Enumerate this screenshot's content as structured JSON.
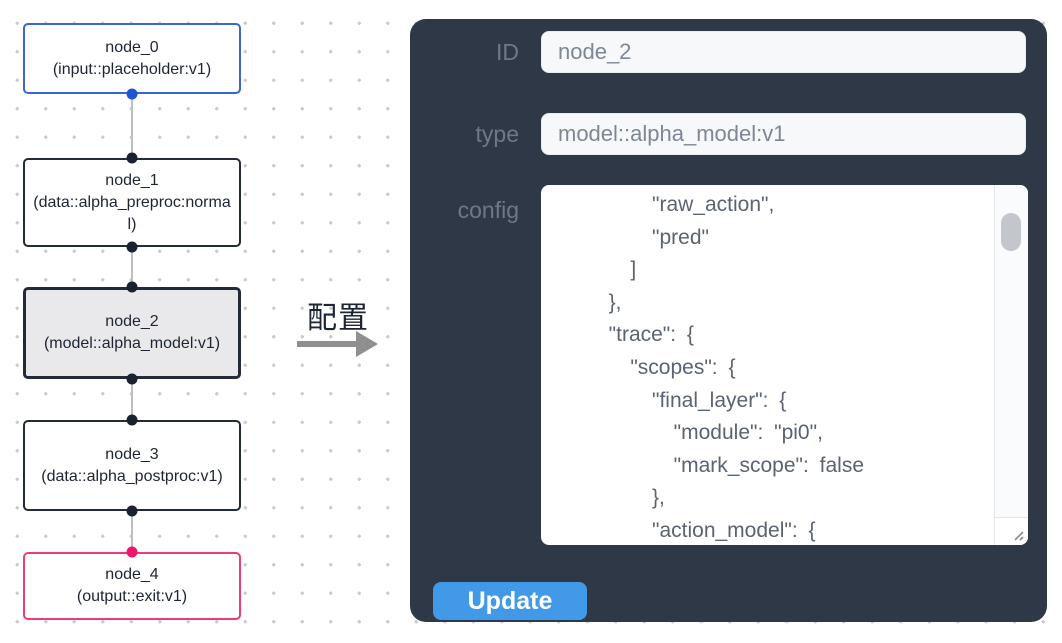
{
  "arrow_label": "配置",
  "graph": {
    "nodes": [
      {
        "id": "node_0",
        "label": "node_0",
        "type_label": "(input::placeholder:v1)",
        "variant": "input-selected-blue"
      },
      {
        "id": "node_1",
        "label": "node_1",
        "type_label": "(data::alpha_preproc:normal)",
        "variant": "default"
      },
      {
        "id": "node_2",
        "label": "node_2",
        "type_label": "(model::alpha_model:v1)",
        "variant": "selected-gray"
      },
      {
        "id": "node_3",
        "label": "node_3",
        "type_label": "(data::alpha_postproc:v1)",
        "variant": "default"
      },
      {
        "id": "node_4",
        "label": "node_4",
        "type_label": "(output::exit:v1)",
        "variant": "output-pink"
      }
    ],
    "edges": [
      {
        "from": "node_0",
        "to": "node_1"
      },
      {
        "from": "node_1",
        "to": "node_2"
      },
      {
        "from": "node_2",
        "to": "node_3"
      },
      {
        "from": "node_3",
        "to": "node_4"
      }
    ]
  },
  "inspector": {
    "id_label": "ID",
    "id_value": "node_2",
    "type_label": "type",
    "type_value": "model::alpha_model:v1",
    "config_label": "config",
    "config_text": "      \"raw_action\",\n      \"pred\"\n    ]\n  },\n  \"trace\": {\n    \"scopes\": {\n      \"final_layer\": {\n        \"module\": \"pi0\",\n        \"mark_scope\": false\n      },\n      \"action_model\": {",
    "update_label": "Update"
  },
  "colors": {
    "node-border-dark": "#232a38",
    "node-border-blue": "#3c66cf",
    "node-border-pink": "#ee3a7c",
    "node-bg-selected": "#e9e9ec",
    "handle-blue": "#1e56cf",
    "handle-dark": "#1a2230",
    "handle-pink": "#f0146c",
    "panel-bg": "#2e3847",
    "button-bg": "#4299e8",
    "input-bg": "#f6f8fa",
    "label": "#6f7886",
    "arrow": "#8f8f8f"
  }
}
